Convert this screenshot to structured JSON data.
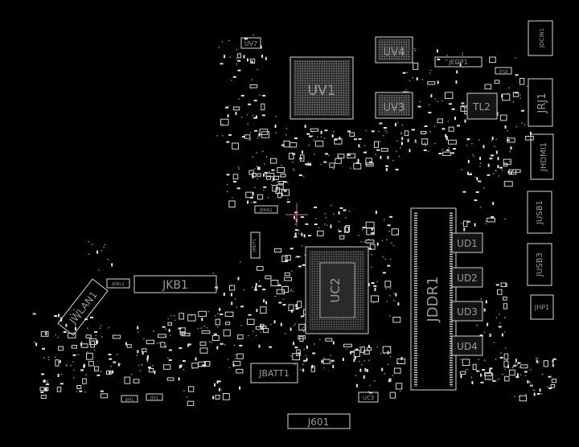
{
  "colors": {
    "background": "#000000",
    "outline": "#d8d8d8",
    "label": "#9a9a9a",
    "via": "#2fa89a",
    "pad": "#e6e6e6"
  },
  "components": {
    "uv7": "UV7",
    "uv4": "UV4",
    "uv1": "UV1",
    "uv3": "UV3",
    "jedp1": "JEDP1",
    "jdcin1": "JDCIN1",
    "jrj1": "JRJ1",
    "tl2": "TL2",
    "jhdmi1": "JHDMI1",
    "jusb1": "JUSB1",
    "jusb3": "JUSB3",
    "jhp1": "JHP1",
    "jfan1": "JFAN1",
    "jkb1": "JKB1",
    "jkbl1": "JKBL1",
    "jwlan1": "JWLAN1",
    "uc2": "UC2",
    "jddr1": "JDDR1",
    "ud1": "UD1",
    "ud2": "UD2",
    "ud3": "UD3",
    "ud4": "UD4",
    "jbatt1": "JBATT1",
    "uc3": "UC3",
    "j601": "J601",
    "jpp1": "JPP1",
    "jtp1": "JTP1",
    "jts1": "JTS1",
    "jmdt1": "JMDT1"
  }
}
